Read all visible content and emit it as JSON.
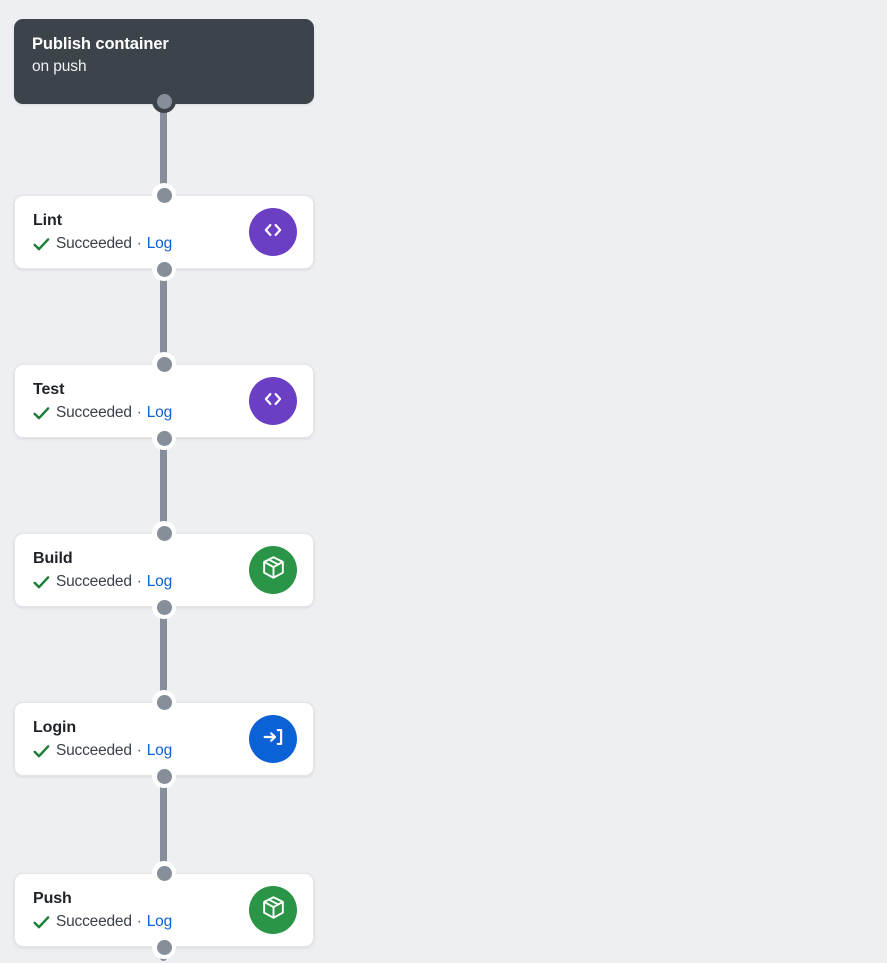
{
  "canvas": {
    "background_color": "#edeff2",
    "connector_color": "#868e99"
  },
  "trigger": {
    "title": "Publish container",
    "subtitle": "on push",
    "background_color": "#3c434b"
  },
  "status_defaults": {
    "separator": "·",
    "check_glyph": "check-icon",
    "check_color": "#1a7f37",
    "link_color": "#0a63d6"
  },
  "jobs": [
    {
      "name": "Lint",
      "status": "Succeeded",
      "log_label": "Log",
      "separator": "·",
      "icon": "code-brackets-icon",
      "badge_color": "#6b3fc4"
    },
    {
      "name": "Test",
      "status": "Succeeded",
      "log_label": "Log",
      "separator": "·",
      "icon": "code-brackets-icon",
      "badge_color": "#6b3fc4"
    },
    {
      "name": "Build",
      "status": "Succeeded",
      "log_label": "Log",
      "separator": "·",
      "icon": "package-box-icon",
      "badge_color": "#2a9546"
    },
    {
      "name": "Login",
      "status": "Succeeded",
      "log_label": "Log",
      "separator": "·",
      "icon": "sign-in-icon",
      "badge_color": "#0b62d6"
    },
    {
      "name": "Push",
      "status": "Succeeded",
      "log_label": "Log",
      "separator": "·",
      "icon": "package-box-icon",
      "badge_color": "#2a9546"
    }
  ]
}
